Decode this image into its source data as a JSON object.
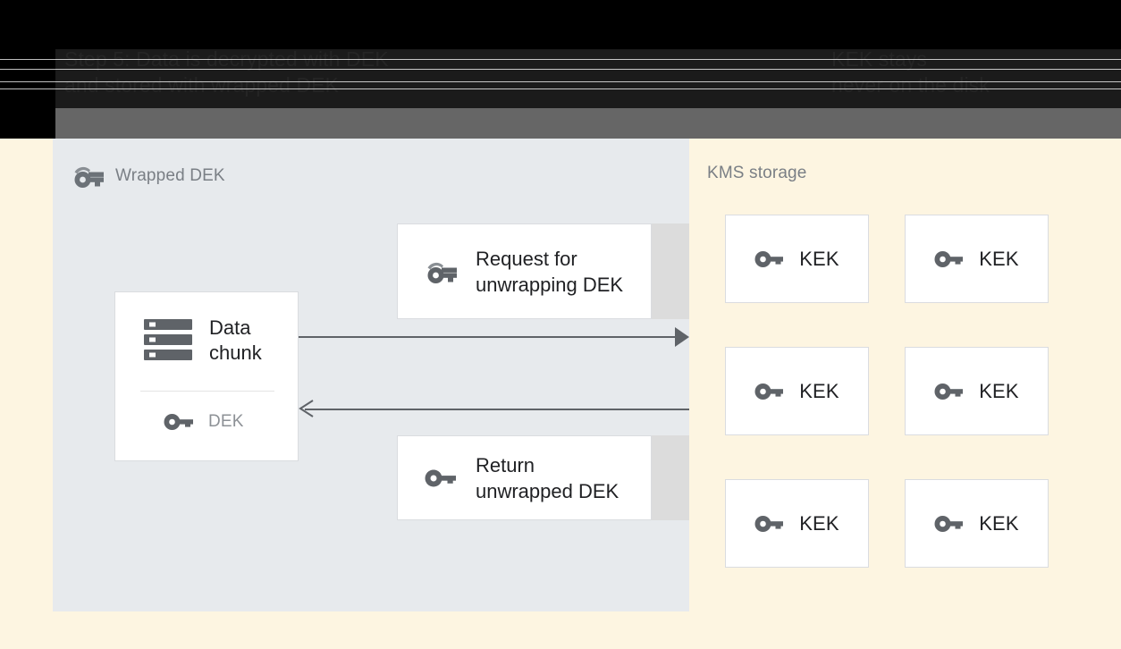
{
  "chrome": {
    "obscured_heading_left": "Step 5: Data is decrypted with DEK\nand stored with wrapped DEK",
    "obscured_heading_right": "KEK stays\nnever on the disk"
  },
  "left_panel": {
    "heading": "Wrapped DEK",
    "heading_icon": "wrapped-key-icon",
    "data_card": {
      "icon": "storage-icon",
      "title": "Data\nchunk",
      "key_icon": "key-icon",
      "key_label": "DEK"
    },
    "messages": [
      {
        "id": "request",
        "icon": "wrapped-key-icon",
        "label": "Request for\nunwrapping DEK"
      },
      {
        "id": "return",
        "icon": "key-icon",
        "label": "Return\nunwrapped DEK"
      }
    ],
    "arrows": [
      {
        "id": "request-arrow",
        "direction": "right",
        "head": "filled"
      },
      {
        "id": "return-arrow",
        "direction": "left",
        "head": "open"
      }
    ]
  },
  "kms_panel": {
    "heading": "KMS storage",
    "keys": [
      {
        "icon": "key-icon",
        "label": "KEK"
      },
      {
        "icon": "key-icon",
        "label": "KEK"
      },
      {
        "icon": "key-icon",
        "label": "KEK"
      },
      {
        "icon": "key-icon",
        "label": "KEK"
      },
      {
        "icon": "key-icon",
        "label": "KEK"
      },
      {
        "icon": "key-icon",
        "label": "KEK"
      }
    ]
  },
  "colors": {
    "page_background": "#fdf5e1",
    "client_panel": "#e7eaed",
    "kms_panel": "#fdf5e1",
    "card_background": "#ffffff",
    "card_border": "#dadce0",
    "strip": "#dcdcdc",
    "arrow": "#5f6368",
    "icon_dark": "#5f6368",
    "icon_muted": "#8d9196",
    "heading_text": "#7a7f85",
    "body_text": "#202124",
    "chrome_black": "#000000",
    "chrome_dark": "#1b1b1b",
    "chrome_gray": "#666666"
  }
}
